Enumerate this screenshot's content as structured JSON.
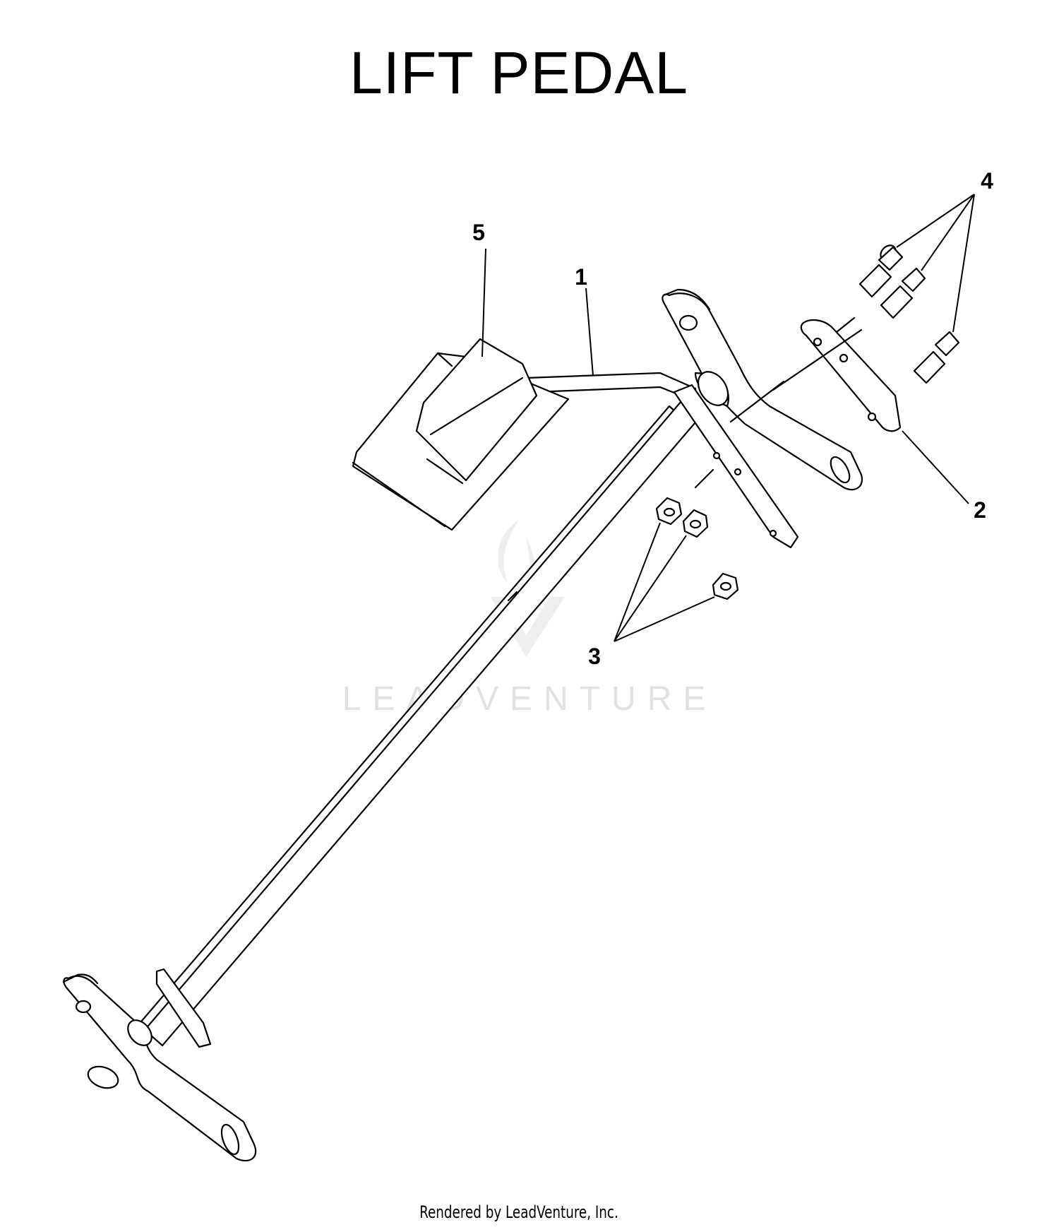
{
  "title": "LIFT PEDAL",
  "watermark": "LEADVENTURE",
  "footer": "Rendered by LeadVenture, Inc.",
  "callouts": [
    {
      "id": "1",
      "label": "1"
    },
    {
      "id": "2",
      "label": "2"
    },
    {
      "id": "3",
      "label": "3"
    },
    {
      "id": "4",
      "label": "4"
    },
    {
      "id": "5",
      "label": "5"
    }
  ]
}
